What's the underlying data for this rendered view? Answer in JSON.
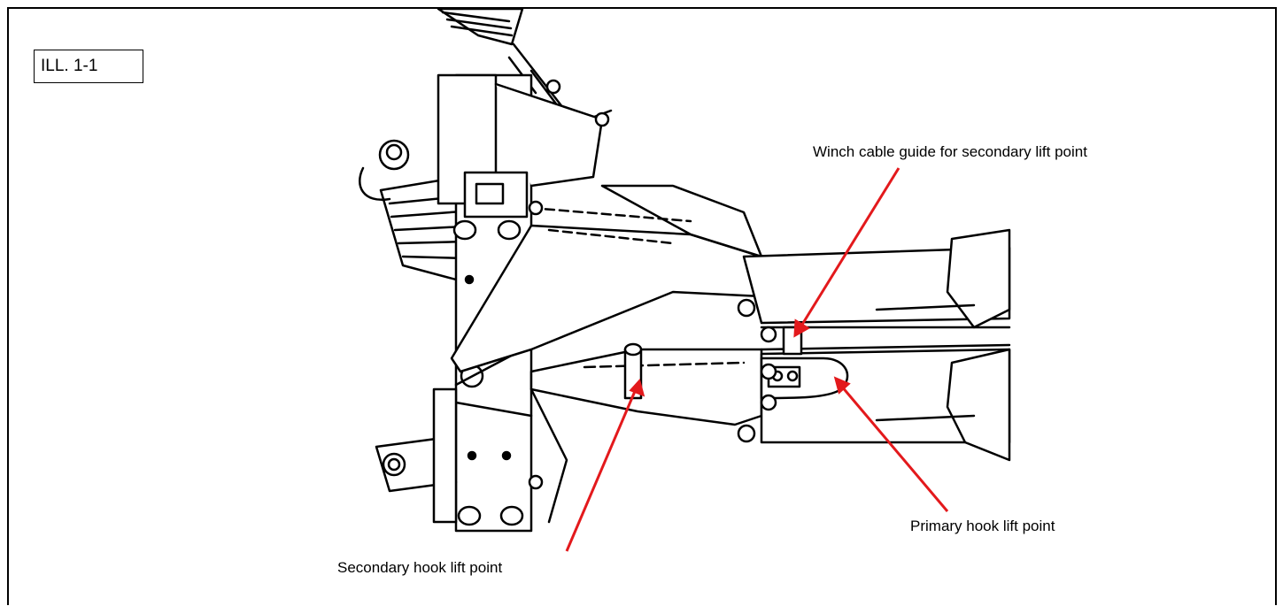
{
  "figure_label": "ILL. 1-1",
  "callouts": {
    "winch_cable_guide": "Winch cable guide for secondary lift point",
    "primary_hook": "Primary hook lift point",
    "secondary_hook": "Secondary hook lift point"
  },
  "colors": {
    "leader_line": "#e3191c",
    "ink": "#000000"
  }
}
